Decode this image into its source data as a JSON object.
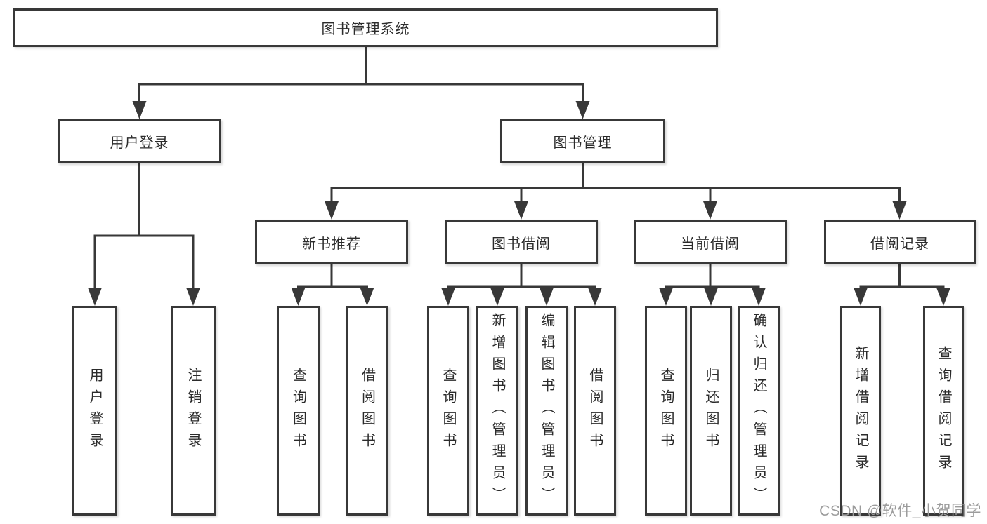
{
  "nodes": {
    "root": "图书管理系统",
    "level2": [
      "用户登录",
      "图书管理"
    ],
    "level3": [
      "新书推荐",
      "图书借阅",
      "当前借阅",
      "借阅记录"
    ],
    "leaves": [
      "用户登录",
      "注销登录",
      "查询图书",
      "借阅图书",
      "查询图书",
      "新增图书（管理员）",
      "编辑图书（管理员）",
      "借阅图书",
      "查询图书",
      "归还图书",
      "确认归还（管理员）",
      "新增借阅记录",
      "查询借阅记录"
    ]
  },
  "watermark": "CSDN @软件_小贺同学",
  "colors": {
    "line": "#383838",
    "text": "#2b2b2b",
    "watermark": "#9c9c9c",
    "background": "#ffffff"
  }
}
